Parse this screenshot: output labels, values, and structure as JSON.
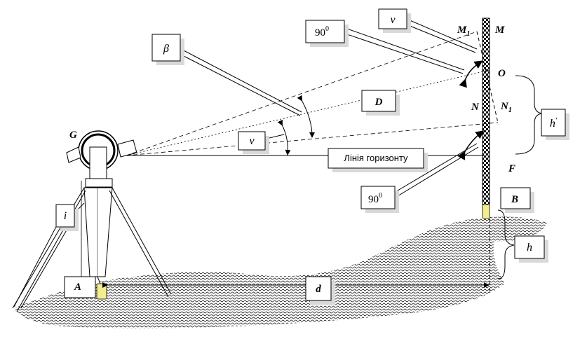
{
  "labels": {
    "G": "G",
    "M1": "M",
    "M1_sub": "1",
    "M": "M",
    "O": "O",
    "N": "N",
    "N1": "N",
    "N1_sub": "1",
    "F": "F",
    "B": "B",
    "A": "A",
    "beta": "β",
    "nu_top": "ν",
    "nu_mid": "ν",
    "angle90_top": "90",
    "angle90_top_sup": "0",
    "angle90_bottom": "90",
    "angle90_bottom_sup": "0",
    "D": "D",
    "d": "d",
    "h": "h",
    "h_prime": "h",
    "h_prime_mark": "'",
    "i": "i",
    "horizon_line": "Лінія горизонту"
  },
  "colors": {
    "line": "#000000",
    "callout_shadow": "#d9d9d9",
    "cylinder": "#f2ee90",
    "background": "#ffffff"
  }
}
